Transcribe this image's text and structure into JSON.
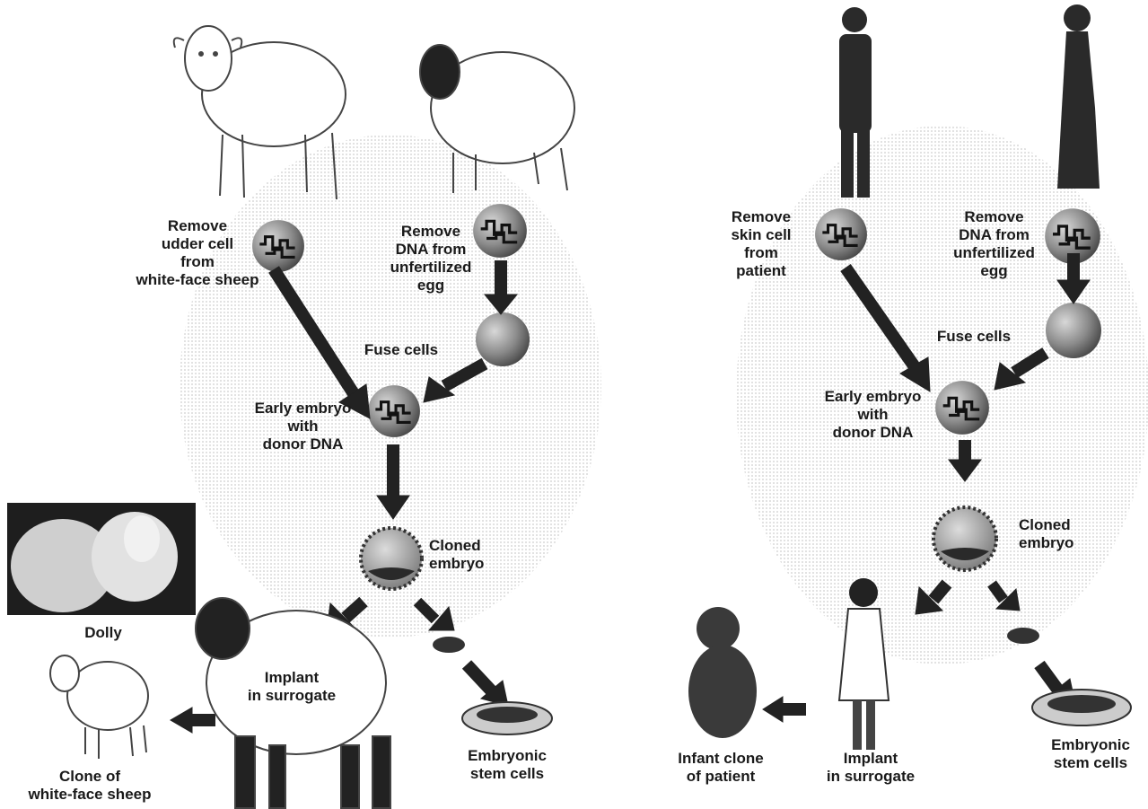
{
  "left_panel": {
    "labels": {
      "remove_udder": [
        "Remove",
        "udder cell",
        "from",
        "white-face sheep"
      ],
      "remove_dna": [
        "Remove",
        "DNA from",
        "unfertilized",
        "egg"
      ],
      "fuse": [
        "Fuse cells"
      ],
      "early_embryo": [
        "Early embryo",
        "with",
        "donor DNA"
      ],
      "cloned_embryo": [
        "Cloned",
        "embryo"
      ],
      "dolly": [
        "Dolly"
      ],
      "implant": [
        "Implant",
        "in surrogate"
      ],
      "stem_cells": [
        "Embryonic",
        "stem cells"
      ],
      "clone": [
        "Clone of",
        "white-face sheep"
      ]
    },
    "figures": [
      "white-face-sheep-icon",
      "black-face-sheep-icon",
      "dolly-photo",
      "surrogate-sheep-icon",
      "lamb-icon"
    ]
  },
  "right_panel": {
    "labels": {
      "remove_skin": [
        "Remove",
        "skin cell",
        "from",
        "patient"
      ],
      "remove_dna": [
        "Remove",
        "DNA from",
        "unfertilized",
        "egg"
      ],
      "fuse": [
        "Fuse cells"
      ],
      "early_embryo": [
        "Early embryo",
        "with",
        "donor DNA"
      ],
      "cloned_embryo": [
        "Cloned",
        "embryo"
      ],
      "implant": [
        "Implant",
        "in surrogate"
      ],
      "infant": [
        "Infant clone",
        "of patient"
      ],
      "stem_cells": [
        "Embryonic",
        "stem cells"
      ]
    },
    "figures": [
      "man-silhouette-icon",
      "woman-silhouette-icon",
      "woman-in-coat-icon",
      "fetus-icon"
    ]
  },
  "colors": {
    "arrow": "#222222",
    "cell_fill": "#8a8a8a",
    "label": "#1a1a1a"
  }
}
